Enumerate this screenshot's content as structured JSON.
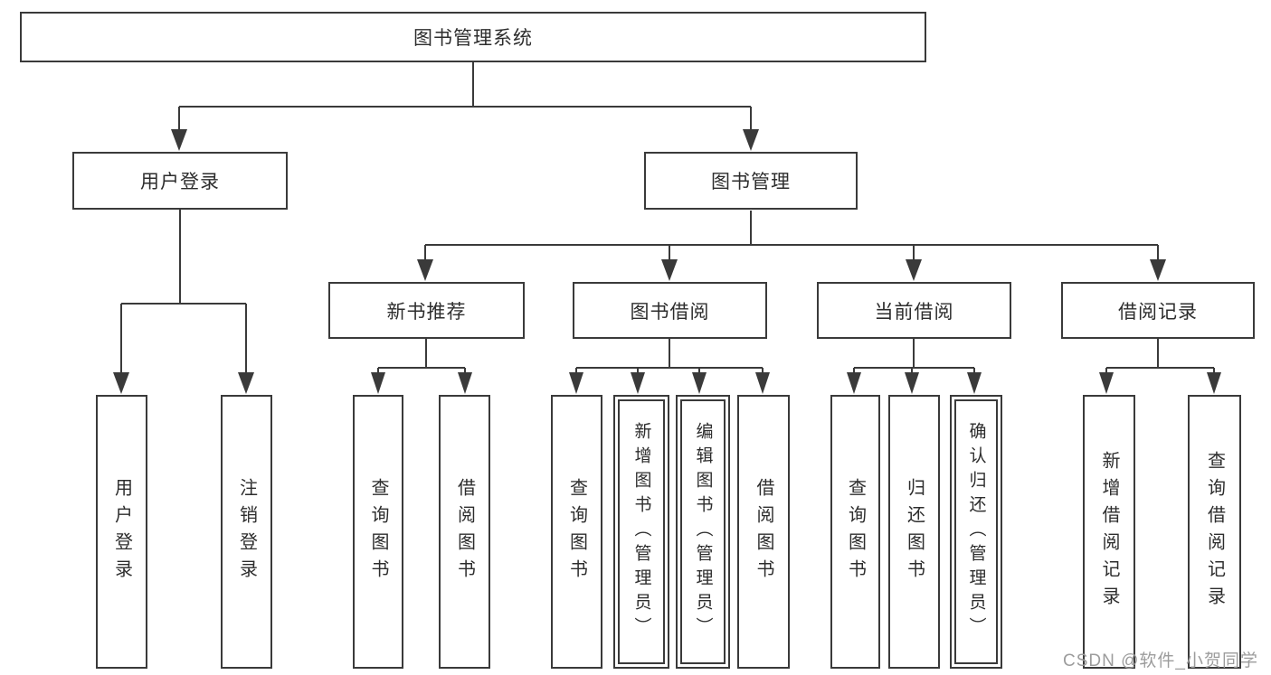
{
  "nodes": {
    "root": {
      "label": "图书管理系统"
    },
    "level2": [
      {
        "label": "用户登录"
      },
      {
        "label": "图书管理"
      }
    ],
    "level3": [
      {
        "label": "新书推荐"
      },
      {
        "label": "图书借阅"
      },
      {
        "label": "当前借阅"
      },
      {
        "label": "借阅记录"
      }
    ],
    "leaves": [
      {
        "label": "用户登录"
      },
      {
        "label": "注销登录"
      },
      {
        "label": "查询图书"
      },
      {
        "label": "借阅图书"
      },
      {
        "label": "查询图书"
      },
      {
        "label": "新增图书（管理员）"
      },
      {
        "label": "编辑图书（管理员）"
      },
      {
        "label": "借阅图书"
      },
      {
        "label": "查询图书"
      },
      {
        "label": "归还图书"
      },
      {
        "label": "确认归还（管理员）"
      },
      {
        "label": "新增借阅记录"
      },
      {
        "label": "查询借阅记录"
      }
    ]
  },
  "watermark": {
    "text": "CSDN @软件_小贺同学"
  },
  "colors": {
    "line": "#3a3a3a",
    "text": "#2d2d2d",
    "watermark": "#9c9c9c",
    "background": "#ffffff"
  }
}
